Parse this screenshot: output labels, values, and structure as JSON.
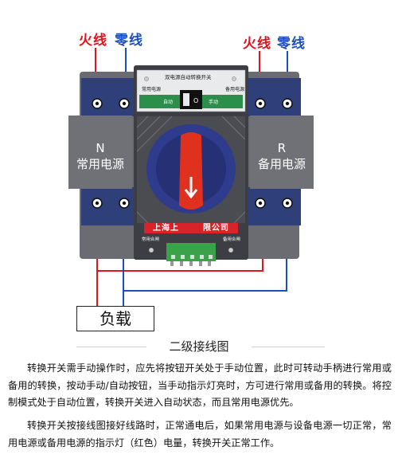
{
  "labels": {
    "left_live": "火线",
    "left_neutral": "零线",
    "right_live": "火线",
    "right_neutral": "零线"
  },
  "device": {
    "left_module": {
      "letter": "N",
      "name": "常用电源"
    },
    "right_module": {
      "letter": "R",
      "name": "备用电源"
    },
    "panel_title": "双电源自动转换开关",
    "indicator_left": "常用电源",
    "indicator_right": "备用电源",
    "switch_left": "自动",
    "switch_right": "手动",
    "brand": "上海上",
    "brand_right": "限公司",
    "bottom_left": "常用合闸",
    "bottom_right": "备用合闸"
  },
  "load_label": "负载",
  "section_title": "二级接线图",
  "paragraphs": [
    "转换开关需手动操作时，应先将按钮开关处于手动位置，此时可转动手柄进行常用或备用的转换，按动手动/自动按钮，当手动指示灯亮时，方可进行常用或备用的转换。将控制模式处于自动位置，转换开关进入自动状态，而且常用电源优先。",
    "转换开关按接线图接好线路时，正常通电后，如果常用电源与设备电源一切正常，常用电源或备用电源的指示灯（红色）电量，转换开关正常工作。"
  ],
  "colors": {
    "live": "#e0141e",
    "neutral": "#1b4fbf",
    "body": "#5a5c61",
    "terminal": "#2e3f7a"
  }
}
